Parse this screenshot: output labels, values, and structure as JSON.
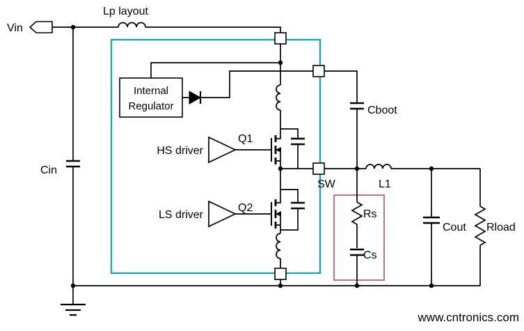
{
  "colors": {
    "ic_box": "#19a5ae",
    "snubber_box": "#c0504d",
    "watermark": "#99cc33",
    "wire": "#000000"
  },
  "schematic": {
    "input_label": "Vin",
    "layout_inductor_label": "Lp layout",
    "input_cap_label": "Cin",
    "regulator_line1": "Internal",
    "regulator_line2": "Regulator",
    "hs_driver_label": "HS driver",
    "ls_driver_label": "LS driver",
    "high_side_fet_label": "Q1",
    "low_side_fet_label": "Q2",
    "switch_node_label": "SW",
    "boot_cap_label": "Cboot",
    "output_inductor_label": "L1",
    "snubber_resistor_label": "Rs",
    "snubber_cap_label": "Cs",
    "output_cap_label": "Cout",
    "load_resistor_label": "Rload"
  },
  "watermark_text": "www.cntronics.com"
}
